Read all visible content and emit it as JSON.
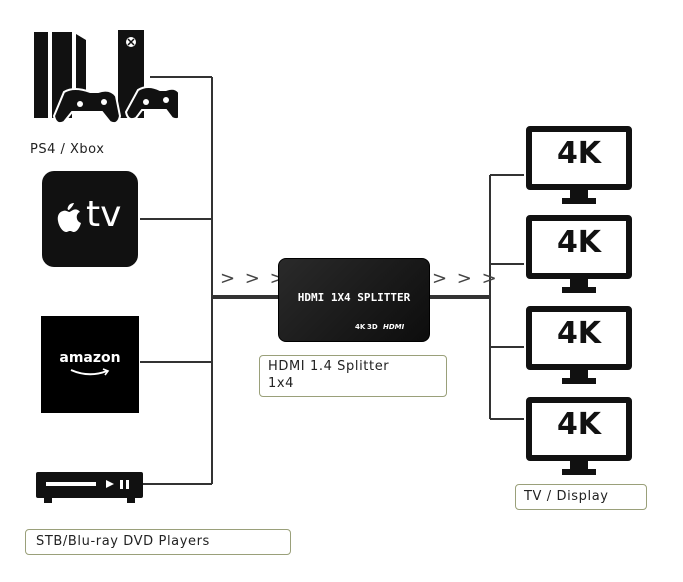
{
  "sources": {
    "console_label": "PS4 / Xbox",
    "appletv_text": "tv",
    "amazon_text": "amazon",
    "stb_label": "STB/Blu-ray DVD Players"
  },
  "splitter": {
    "title": "HDMI 1X4 SPLITTER",
    "badge_4k": "4K",
    "badge_3d": "3D",
    "badge_hdmi": "HDMI",
    "caption_line1": "HDMI 1.4 Splitter",
    "caption_line2": "1x4"
  },
  "arrows": {
    "input": "> > >",
    "output": "> > >"
  },
  "displays": {
    "screen_text": [
      "4K",
      "4K",
      "4K",
      "4K"
    ],
    "label": "TV / Display"
  },
  "colors": {
    "line": "#333333",
    "device": "#111111",
    "caption_border": "#9aa07a"
  }
}
